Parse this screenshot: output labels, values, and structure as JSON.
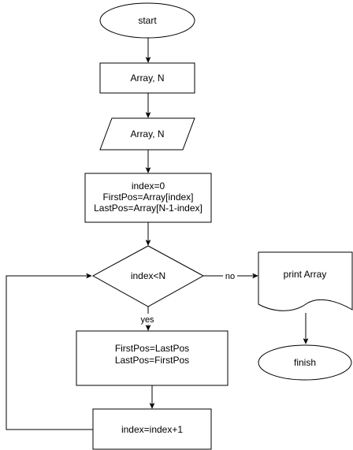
{
  "diagram": {
    "nodes": {
      "start": {
        "label": "start"
      },
      "input_process": {
        "label": "Array, N"
      },
      "input_data": {
        "label": "Array, N"
      },
      "init": {
        "lines": [
          "index=0",
          "FirstPos=Array[index]",
          "LastPos=Array[N-1-index]"
        ]
      },
      "decision": {
        "label": "index<N"
      },
      "output": {
        "label": "print Array"
      },
      "finish": {
        "label": "finish"
      },
      "swap": {
        "lines": [
          "FirstPos=LastPos",
          "LastPos=FirstPos"
        ]
      },
      "increment": {
        "label": "index=index+1"
      }
    },
    "edges": {
      "no_label": "no",
      "yes_label": "yes"
    }
  }
}
